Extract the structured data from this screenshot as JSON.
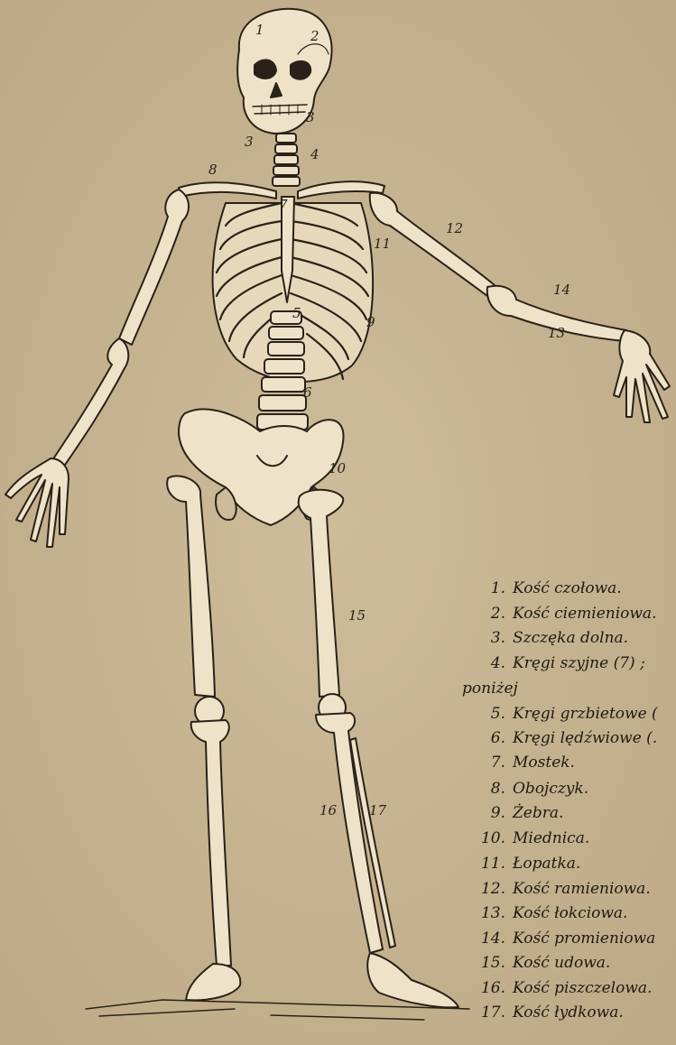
{
  "diagram": {
    "callouts": [
      {
        "id": "n1",
        "text": "1"
      },
      {
        "id": "n2",
        "text": "2"
      },
      {
        "id": "n3a",
        "text": "3"
      },
      {
        "id": "n3b",
        "text": "3"
      },
      {
        "id": "n4",
        "text": "4"
      },
      {
        "id": "n5",
        "text": "5"
      },
      {
        "id": "n6",
        "text": "6"
      },
      {
        "id": "n7",
        "text": "7"
      },
      {
        "id": "n8",
        "text": "8"
      },
      {
        "id": "n9",
        "text": "9"
      },
      {
        "id": "n10",
        "text": "10"
      },
      {
        "id": "n11",
        "text": "11"
      },
      {
        "id": "n12",
        "text": "12"
      },
      {
        "id": "n13",
        "text": "13"
      },
      {
        "id": "n14",
        "text": "14"
      },
      {
        "id": "n15",
        "text": "15"
      },
      {
        "id": "n16",
        "text": "16"
      },
      {
        "id": "n17",
        "text": "17"
      }
    ]
  },
  "legend": {
    "items": [
      {
        "num": "1.",
        "text": "Kość czołowa."
      },
      {
        "num": "2.",
        "text": "Kość ciemieniowa."
      },
      {
        "num": "3.",
        "text": "Szczęka dolna."
      },
      {
        "num": "4.",
        "text": "Kręgi szyjne (7) ;"
      },
      {
        "num": "",
        "text": "poniżej"
      },
      {
        "num": "5.",
        "text": "Kręgi grzbietowe ("
      },
      {
        "num": "6.",
        "text": "Kręgi lędźwiowe (."
      },
      {
        "num": "7.",
        "text": "Mostek."
      },
      {
        "num": "8.",
        "text": "Obojczyk."
      },
      {
        "num": "9.",
        "text": "Żebra."
      },
      {
        "num": "10.",
        "text": "Miednica."
      },
      {
        "num": "11.",
        "text": "Łopatka."
      },
      {
        "num": "12.",
        "text": "Kość ramieniowa."
      },
      {
        "num": "13.",
        "text": "Kość łokciowa."
      },
      {
        "num": "14.",
        "text": "Kość promieniowa"
      },
      {
        "num": "15.",
        "text": "Kość udowa."
      },
      {
        "num": "16.",
        "text": "Kość piszczelowa."
      },
      {
        "num": "17.",
        "text": "Kość łydkowa."
      }
    ]
  },
  "colors": {
    "paper": "#c9b795",
    "bone": "#eee3c8",
    "ink": "#2a2218"
  }
}
